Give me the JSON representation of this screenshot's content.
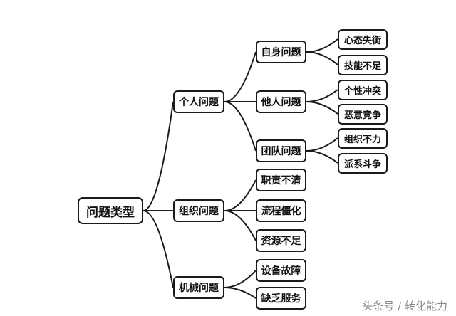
{
  "diagram": {
    "root": "问题类型",
    "branches": [
      {
        "label": "个人问题",
        "children": [
          {
            "label": "自身问题",
            "children": [
              "心态失衡",
              "技能不足"
            ]
          },
          {
            "label": "他人问题",
            "children": [
              "个性冲突",
              "恶意竞争"
            ]
          },
          {
            "label": "团队问题",
            "children": [
              "组织不力",
              "派系斗争"
            ]
          }
        ]
      },
      {
        "label": "组织问题",
        "children": [
          {
            "label": "职责不清"
          },
          {
            "label": "流程僵化"
          },
          {
            "label": "资源不足"
          }
        ]
      },
      {
        "label": "机械问题",
        "children": [
          {
            "label": "设备故障"
          },
          {
            "label": "缺乏服务"
          }
        ]
      }
    ]
  },
  "watermark": "头条号 / 转化能力",
  "colors": {
    "line": "#1a1a1a",
    "border": "#1a1a1a",
    "text": "#111111",
    "watermark": "#888888"
  }
}
